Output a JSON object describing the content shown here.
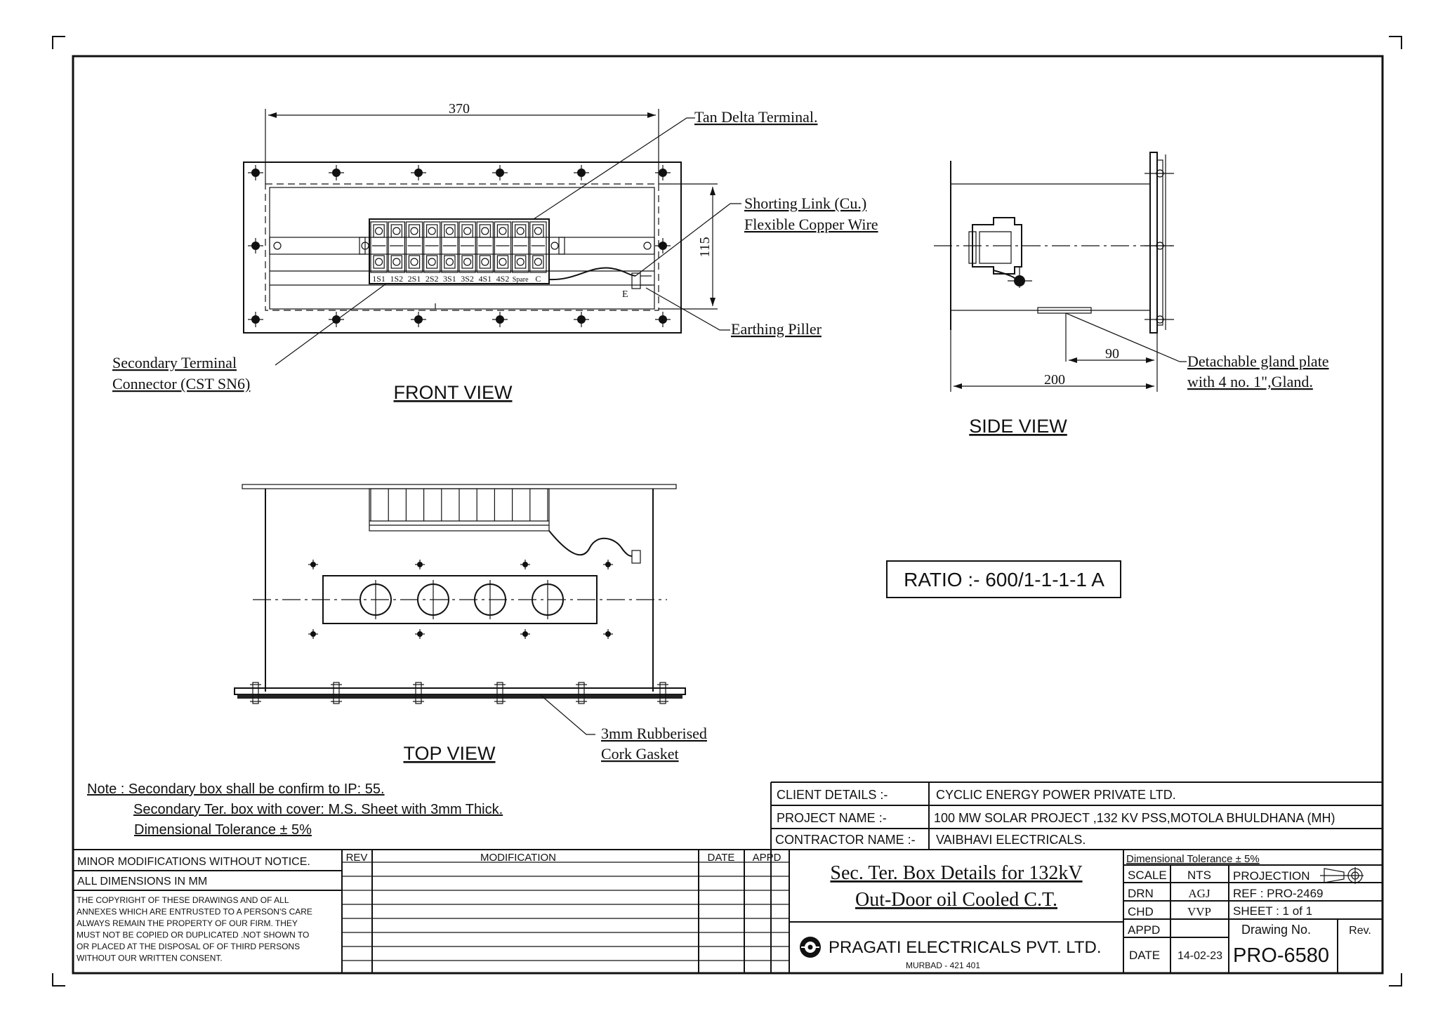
{
  "views": {
    "front": "FRONT VIEW",
    "side": "SIDE VIEW",
    "top": "TOP VIEW"
  },
  "dimensions": {
    "front_width": "370",
    "front_height": "115",
    "side_depth": "200",
    "side_gland": "90"
  },
  "callouts": {
    "tan_delta": "Tan Delta Terminal.",
    "shorting_link_1": "Shorting Link (Cu.)",
    "shorting_link_2": "Flexible Copper Wire",
    "earthing": "Earthing  Piller",
    "secondary_1": "Secondary Terminal",
    "secondary_2": "Connector (CST SN6)",
    "gland_1": "Detachable gland plate",
    "gland_2": "with 4 no. 1\",Gland.",
    "gasket_1": "3mm Rubberised",
    "gasket_2": "Cork Gasket"
  },
  "terminal_labels": [
    "1S1",
    "1S2",
    "2S1",
    "2S2",
    "3S1",
    "3S2",
    "4S1",
    "4S2",
    "Spare",
    "C"
  ],
  "earth_mark": "E",
  "ratio": "RATIO :- 600/1-1-1-1 A",
  "notes": {
    "line1": "Note : Secondary box shall be confirm to IP: 55.",
    "line2": "Secondary Ter. box with cover: M.S. Sheet with 3mm Thick.",
    "line3": "Dimensional Tolerance ± 5%"
  },
  "client": {
    "client_label": "CLIENT DETAILS  :-",
    "client_value": "CYCLIC ENERGY POWER PRIVATE LTD.",
    "project_label": "PROJECT NAME :-",
    "project_value": "100 MW SOLAR PROJECT ,132 KV PSS,MOTOLA BHULDHANA (MH)",
    "contractor_label": "CONTRACTOR NAME :-",
    "contractor_value": "VAIBHAVI ELECTRICALS."
  },
  "revision_block": {
    "minor": "MINOR MODIFICATIONS WITHOUT NOTICE.",
    "all_dims": "ALL DIMENSIONS IN MM",
    "copyright": [
      "THE COPYRIGHT OF THESE DRAWINGS AND OF ALL",
      "ANNEXES WHICH ARE ENTRUSTED TO A PERSON'S CARE",
      "ALWAYS REMAIN  THE PROPERTY OF OUR FIRM. THEY",
      "MUST NOT BE COPIED OR DUPLICATED .NOT SHOWN TO",
      "OR PLACED AT THE DISPOSAL OF OF THIRD  PERSONS",
      "WITHOUT OUR WRITTEN CONSENT."
    ],
    "rev": "REV",
    "modification": "MODIFICATION",
    "date": "DATE",
    "appd": "APPD"
  },
  "title_block": {
    "title_1": "Sec. Ter. Box Details for 132kV",
    "title_2": "Out-Door oil Cooled C.T.",
    "company": "PRAGATI ELECTRICALS PVT. LTD.",
    "location": "MURBAD - 421 401",
    "tolerance": "Dimensional Tolerance ± 5%",
    "scale_label": "SCALE",
    "scale_value": "NTS",
    "projection": "PROJECTION",
    "drn_label": "DRN",
    "drn_value": "AGJ",
    "ref": "REF :  PRO-2469",
    "chd_label": "CHD",
    "chd_value": "VVP",
    "sheet": "SHEET :  1 of 1",
    "appd_label": "APPD",
    "drawing_no_label": "Drawing No.",
    "rev_label": "Rev.",
    "date_label": "DATE",
    "date_value": "14-02-23",
    "drawing_no": "PRO-6580"
  }
}
